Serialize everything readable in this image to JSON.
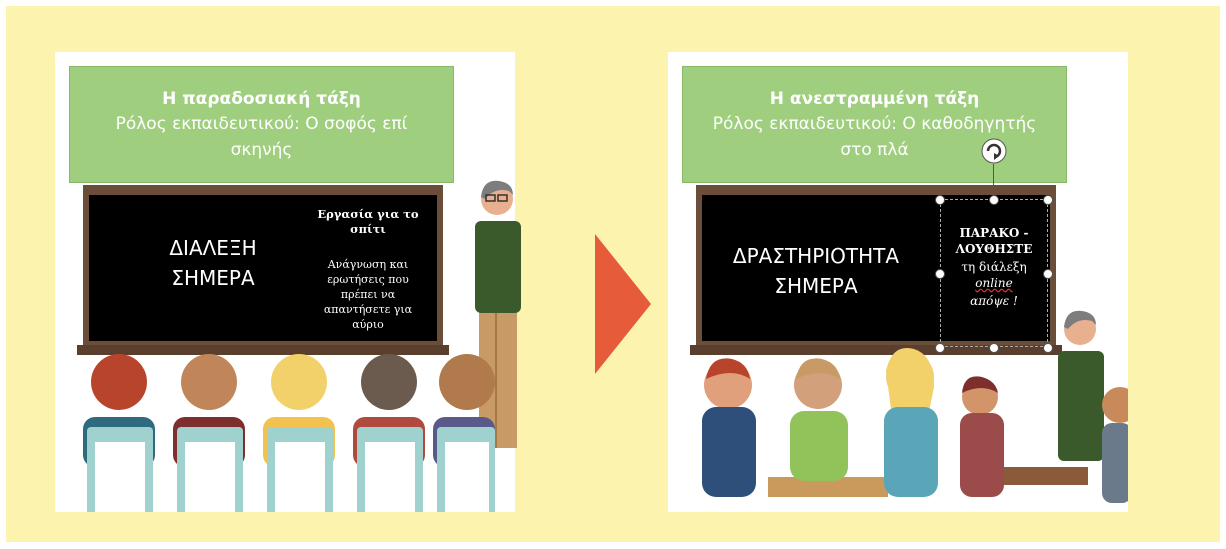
{
  "colors": {
    "background": "#fcf4ae",
    "title_box": "#9fcf7e",
    "arrow": "#e65c3b",
    "board": "#000000"
  },
  "left": {
    "title": "Η παραδοσιακή τάξη",
    "subtitle": "Ρόλος εκπαιδευτικού: Ο σοφός επί σκηνής",
    "board_main_line1": "ΔΙΑΛΕΞΗ",
    "board_main_line2": "ΣΗΜΕΡΑ",
    "homework_title": "Εργασία για το σπίτι",
    "homework_text": "Ανάγνωση και ερωτήσεις που πρέπει να απαντήσετε για αύριο"
  },
  "right": {
    "title": "Η ανεστραμμένη τάξη",
    "subtitle": "Ρόλος εκπαιδευτικού: Ο καθοδηγητής στο πλά",
    "board_main_line1": "ΔΡΑΣΤΗΡΙΟΤΗΤΑ",
    "board_main_line2": "ΣΗΜΕΡΑ",
    "note_line1": "ΠΑΡΑΚΟ -",
    "note_line2": "ΛΟΥΘΗΣΤΕ",
    "note_line3": "τη διάλεξη",
    "note_line4": "online",
    "note_line5": "απόψε !"
  }
}
